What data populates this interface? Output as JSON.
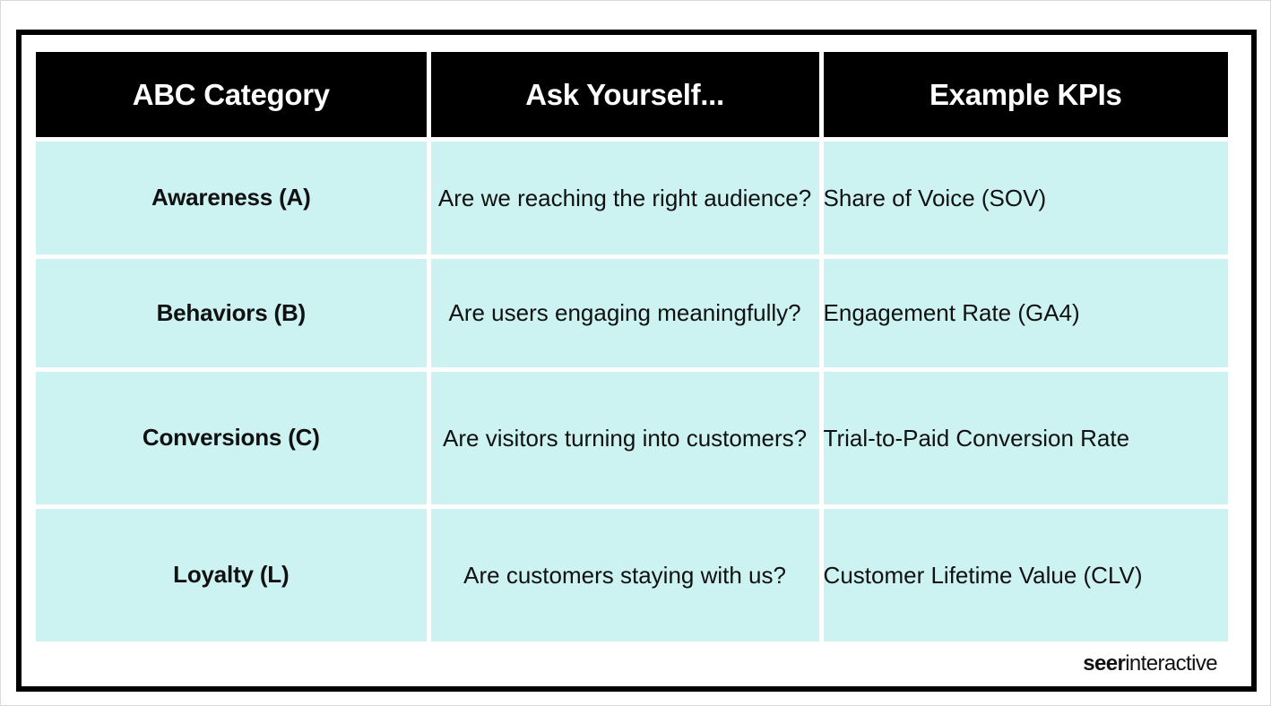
{
  "table": {
    "headers": [
      "ABC Category",
      "Ask Yourself...",
      "Example KPIs"
    ],
    "rows": [
      {
        "category": "Awareness (A)",
        "ask": "Are we reaching the right audience?",
        "kpi": "Share of Voice (SOV)"
      },
      {
        "category": "Behaviors (B)",
        "ask": "Are users engaging meaningfully?",
        "kpi": "Engagement Rate (GA4)"
      },
      {
        "category": "Conversions (C)",
        "ask": "Are visitors turning into customers?",
        "kpi": "Trial-to-Paid Conversion Rate"
      },
      {
        "category": "Loyalty (L)",
        "ask": "Are customers staying with us?",
        "kpi": "Customer Lifetime Value (CLV)"
      }
    ]
  },
  "footer": {
    "logo_bold": "seer",
    "logo_regular": "interactive"
  },
  "colors": {
    "header_bg": "#000000",
    "header_text": "#ffffff",
    "cell_bg": "#ccf2f2",
    "cell_text": "#111111",
    "frame": "#000000",
    "page_bg": "#ffffff"
  }
}
